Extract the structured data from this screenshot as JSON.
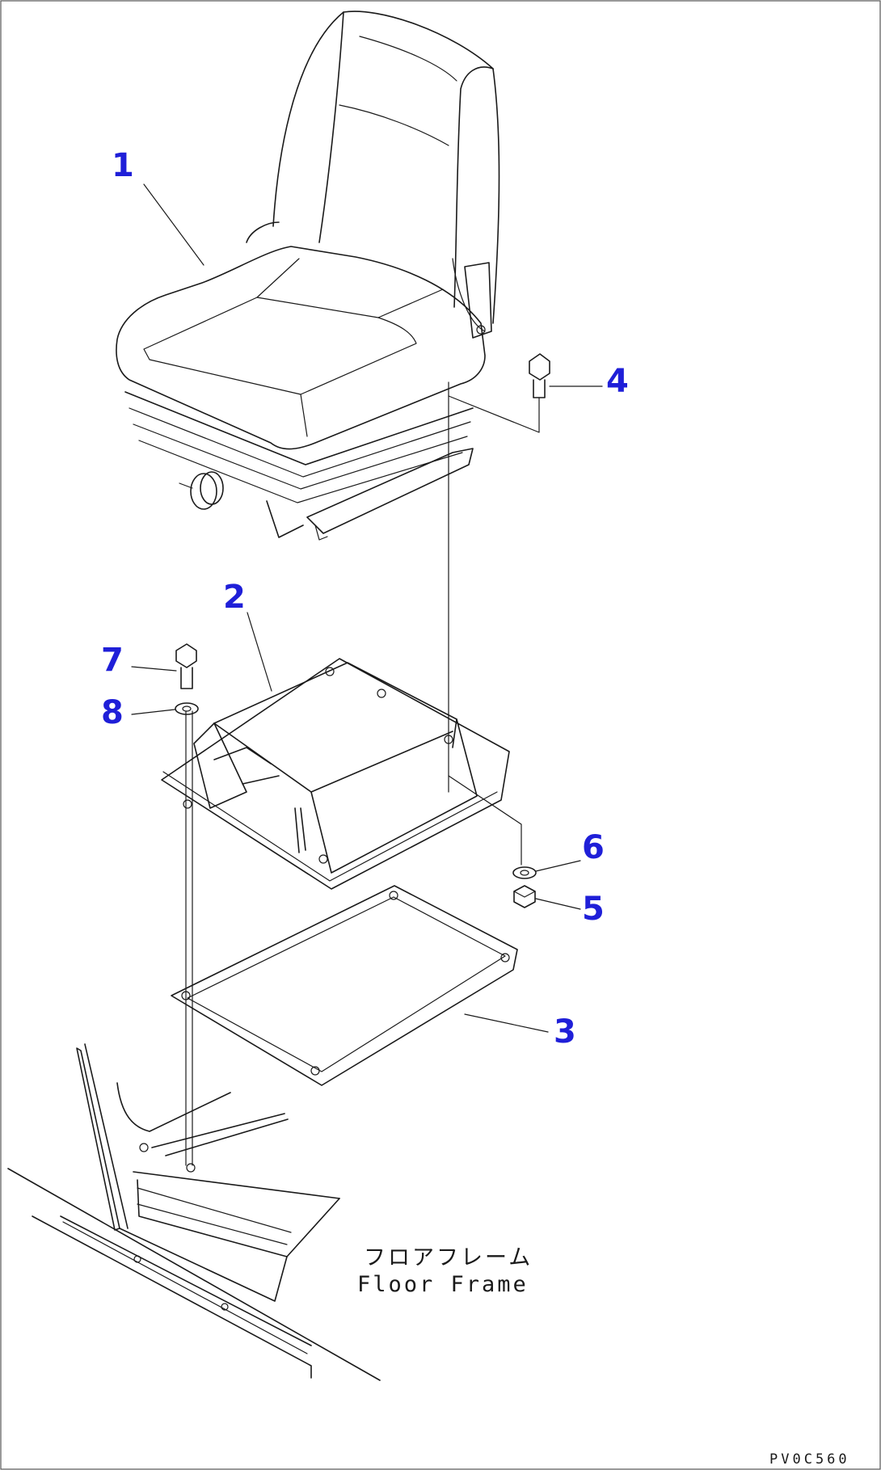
{
  "callouts": [
    {
      "id": "c1",
      "label": "1"
    },
    {
      "id": "c2",
      "label": "2"
    },
    {
      "id": "c3",
      "label": "3"
    },
    {
      "id": "c4",
      "label": "4"
    },
    {
      "id": "c5",
      "label": "5"
    },
    {
      "id": "c6",
      "label": "6"
    },
    {
      "id": "c7",
      "label": "7"
    },
    {
      "id": "c8",
      "label": "8"
    }
  ],
  "floor_frame_label": {
    "japanese": "フロアフレーム",
    "english": "Floor Frame"
  },
  "drawing_code": "PV0C560",
  "colors": {
    "callout": "#1f1fd8",
    "line": "#1a1a1a",
    "background": "#ffffff"
  }
}
